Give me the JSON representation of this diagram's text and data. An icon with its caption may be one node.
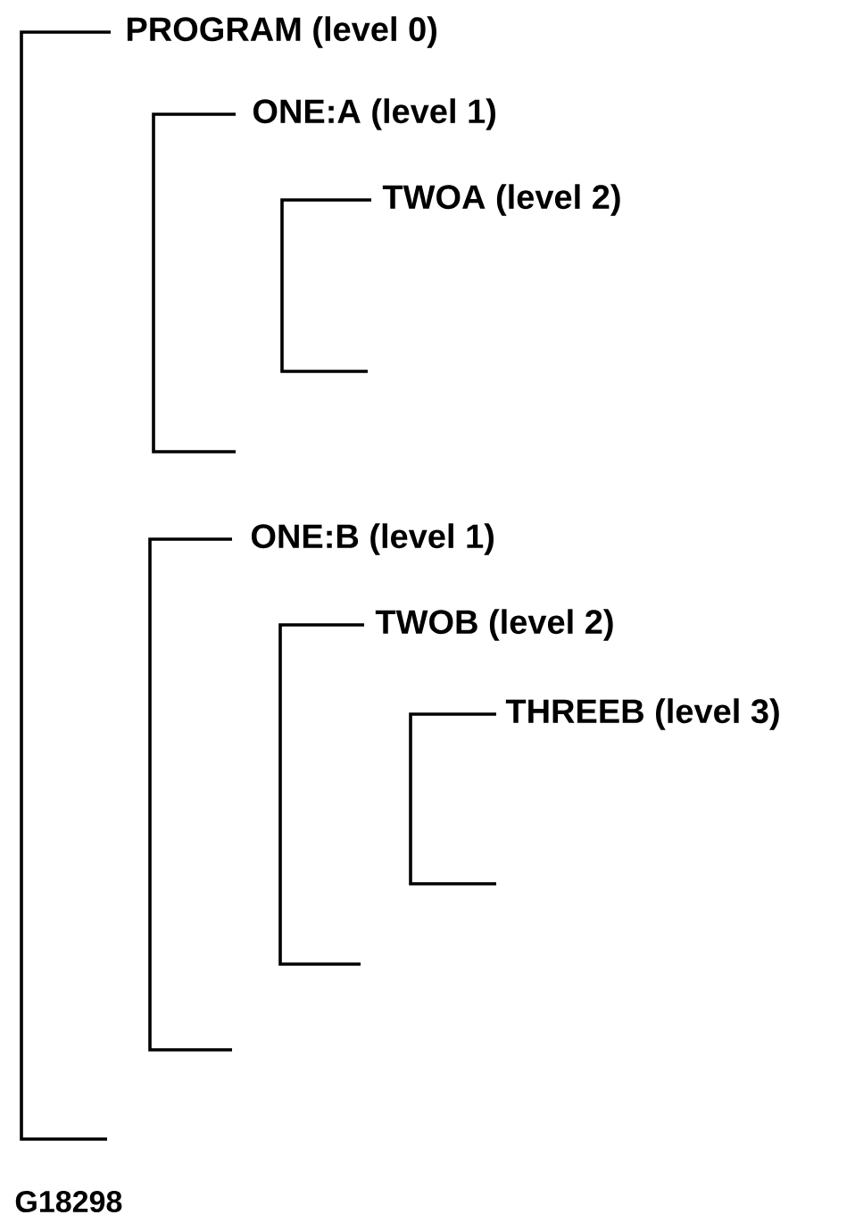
{
  "diagram": {
    "nodes": [
      {
        "text": [
          "PROGRAM (level 0)"
        ]
      },
      {
        "text": [
          "ONE:A (level 1)"
        ]
      },
      {
        "text": [
          "TWOA (level 2)"
        ]
      },
      {
        "text": [
          "ONE:B (level 1)"
        ]
      },
      {
        "text": [
          "TWOB (level 2)"
        ]
      },
      {
        "text": [
          "THREEB (level 3)"
        ]
      }
    ],
    "edges": [],
    "labels": [
      "G18298"
    ]
  }
}
